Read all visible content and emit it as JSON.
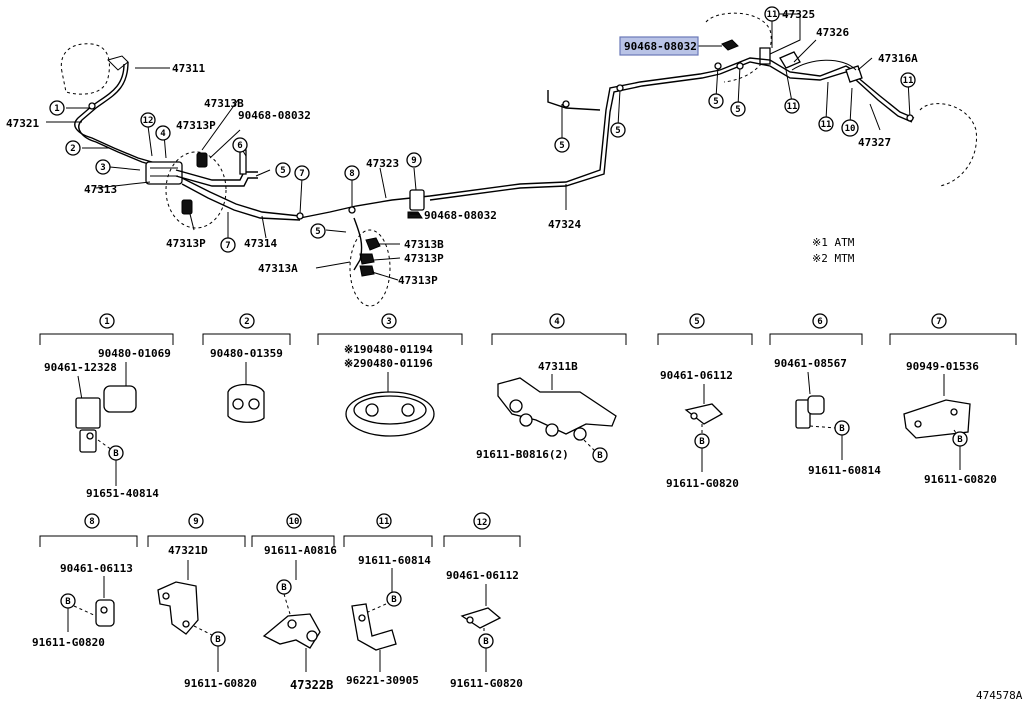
{
  "diagram_id": "474578A",
  "highlight_part": "90468-08032",
  "notes": [
    "※1 ATM",
    "※2 MTM"
  ],
  "upper_labels": {
    "p47311": "47311",
    "p47321": "47321",
    "p47313B_a": "47313B",
    "p47313P_a": "47313P",
    "p47313": "47313",
    "p47313P_b": "47313P",
    "p47314": "47314",
    "p47313A": "47313A",
    "p47313B_b": "47313B",
    "p47313P_c": "47313P",
    "p47313P_d": "47313P",
    "p47323": "47323",
    "p47324": "47324",
    "p90468_a": "90468-08032",
    "p90468_b": "90468-08032",
    "p47325": "47325",
    "p47326": "47326",
    "p47316A": "47316A",
    "p47327": "47327"
  },
  "callouts": {
    "c1": "1",
    "c2": "2",
    "c3": "3",
    "c4": "4",
    "c5a": "5",
    "c5b": "5",
    "c5c": "5",
    "c5d": "5",
    "c5e": "5",
    "c5f": "5",
    "c6": "6",
    "c7a": "7",
    "c7b": "7",
    "c8": "8",
    "c9": "9",
    "c10": "10",
    "c11a": "11",
    "c11b": "11",
    "c11c": "11",
    "c11d": "11",
    "c12": "12"
  },
  "detail_groups": [
    {
      "num": "1",
      "labels": [
        "90480-01069",
        "90461-12328",
        "91651-40814"
      ],
      "bolt": "B"
    },
    {
      "num": "2",
      "labels": [
        "90480-01359"
      ]
    },
    {
      "num": "3",
      "labels": [
        "※190480-01194",
        "※290480-01196"
      ]
    },
    {
      "num": "4",
      "labels": [
        "47311B",
        "91611-B0816(2)"
      ],
      "bolt": "B"
    },
    {
      "num": "5",
      "labels": [
        "90461-06112",
        "91611-G0820"
      ],
      "bolt": "B"
    },
    {
      "num": "6",
      "labels": [
        "90461-08567",
        "91611-60814"
      ],
      "bolt": "B"
    },
    {
      "num": "7",
      "labels": [
        "90949-01536",
        "91611-G0820"
      ],
      "bolt": "B"
    },
    {
      "num": "8",
      "labels": [
        "90461-06113",
        "91611-G0820"
      ],
      "bolt": "B"
    },
    {
      "num": "9",
      "labels": [
        "47321D",
        "91611-G0820"
      ],
      "bolt": "B"
    },
    {
      "num": "10",
      "labels": [
        "91611-A0816",
        "47322B"
      ],
      "bolt": "B"
    },
    {
      "num": "11",
      "labels": [
        "91611-60814",
        "96221-30905"
      ],
      "bolt": "B"
    },
    {
      "num": "12",
      "labels": [
        "90461-06112",
        "91611-G0820"
      ],
      "bolt": "B"
    }
  ],
  "icons": [
    "brake-line-diagram",
    "clamp-icon",
    "bolt-icon",
    "bracket-icon",
    "grommet-icon"
  ]
}
